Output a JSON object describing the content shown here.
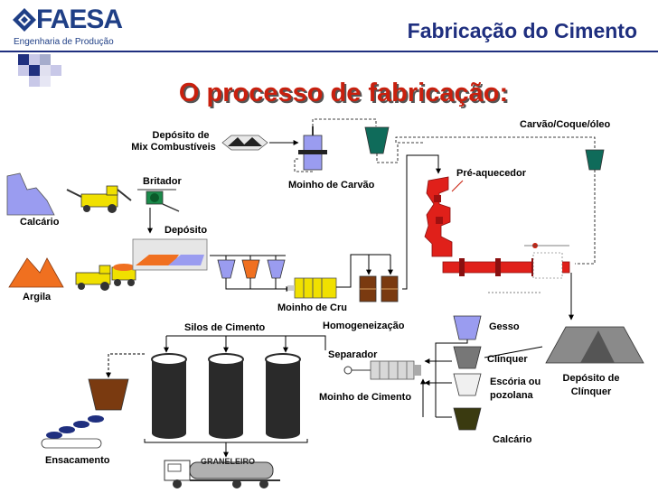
{
  "header": {
    "logo_text": "FAESA",
    "logo_subtitle": "Engenharia de Produção",
    "title": "Fabricação do Cimento"
  },
  "heading": "O processo de fabricação:",
  "labels": {
    "deposito_mix_1": "Depósito de",
    "deposito_mix_2": "Mix Combustíveis",
    "moinho_carvao": "Moinho de Carvão",
    "carvao": "Carvão/Coque/óleo",
    "britador": "Britador",
    "calcario_top": "Calcário",
    "deposito": "Depósito",
    "pre_aquecedor": "Pré-aquecedor",
    "argila": "Argila",
    "moinho_cru": "Moinho de Cru",
    "homogeneizacao": "Homogeneização",
    "silos": "Silos de Cimento",
    "gesso": "Gesso",
    "separador": "Separador",
    "clinquer": "Clínquer",
    "deposito_clinquer_1": "Depósito de",
    "deposito_clinquer_2": "Clínquer",
    "escoria_1": "Escória ou",
    "escoria_2": "pozolana",
    "moinho_cimento": "Moinho de Cimento",
    "calcario_bottom": "Calcário",
    "ensacamento": "Ensacamento",
    "graneleiro": "GRANELEIRO"
  },
  "colors": {
    "brand_blue": "#1f3f86",
    "heading_red": "#c9200e",
    "kiln_red": "#e0201a",
    "hopper_purple": "#9a9cf0",
    "hopper_orange": "#f07020",
    "hopper_teal": "#0f6b5a",
    "mill_yellow": "#f0e000",
    "box_brown": "#7a3a10",
    "silo_dark": "#2a2a2a",
    "clinker_gray": "#777777",
    "olive_dark": "#3a3a10"
  }
}
